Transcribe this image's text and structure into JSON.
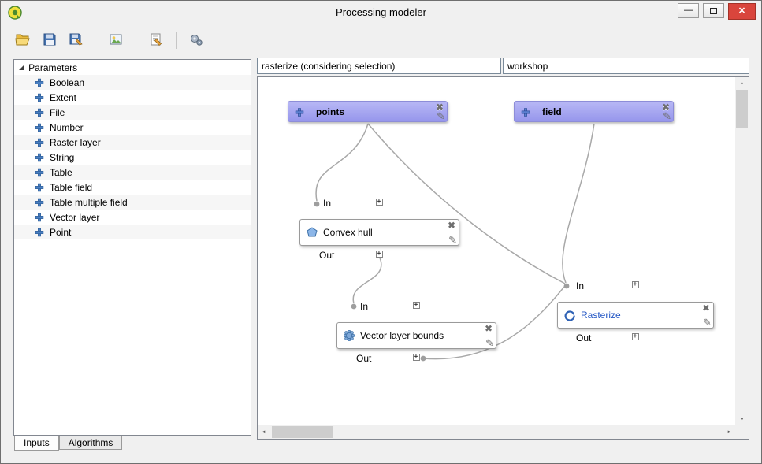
{
  "window": {
    "title": "Processing modeler"
  },
  "titlebar": {
    "minimize": "—",
    "maximize": "maximize",
    "close": "✕"
  },
  "toolbar": {
    "buttons": [
      "open-model",
      "save-model",
      "save-model-as",
      "export-as-image",
      "edit-model-help",
      "run-model"
    ]
  },
  "model": {
    "name": "rasterize (considering selection)",
    "group": "workshop"
  },
  "parameters_panel": {
    "root": "Parameters",
    "items": [
      "Boolean",
      "Extent",
      "File",
      "Number",
      "Raster layer",
      "String",
      "Table",
      "Table field",
      "Table multiple field",
      "Vector layer",
      "Point"
    ]
  },
  "tabs": {
    "inputs": "Inputs",
    "algorithms": "Algorithms"
  },
  "canvas": {
    "labels": {
      "in": "In",
      "out": "Out"
    },
    "nodes": {
      "points": {
        "label": "points",
        "type": "input"
      },
      "field": {
        "label": "field",
        "type": "input"
      },
      "convex_hull": {
        "label": "Convex hull",
        "type": "algorithm"
      },
      "vector_layer_bounds": {
        "label": "Vector layer bounds",
        "type": "algorithm"
      },
      "rasterize": {
        "label": "Rasterize",
        "type": "algorithm"
      }
    },
    "connections": [
      {
        "from": "points",
        "to": "convex_hull.in"
      },
      {
        "from": "points",
        "to": "rasterize.in"
      },
      {
        "from": "field",
        "to": "rasterize.in"
      },
      {
        "from": "convex_hull.out",
        "to": "vector_layer_bounds.in"
      },
      {
        "from": "vector_layer_bounds.out",
        "to": "rasterize.in"
      }
    ]
  },
  "icons": {
    "delete": "✖",
    "edit": "✎",
    "expander": "+",
    "tree_expanded": "◢",
    "scroll_up": "▲",
    "scroll_down": "▼",
    "scroll_left": "◄",
    "scroll_right": "►"
  },
  "colors": {
    "input_node": "#9d9df0",
    "rasterize_text": "#2457c5",
    "close_button": "#d9453c",
    "connector": "#a8a8a8"
  }
}
